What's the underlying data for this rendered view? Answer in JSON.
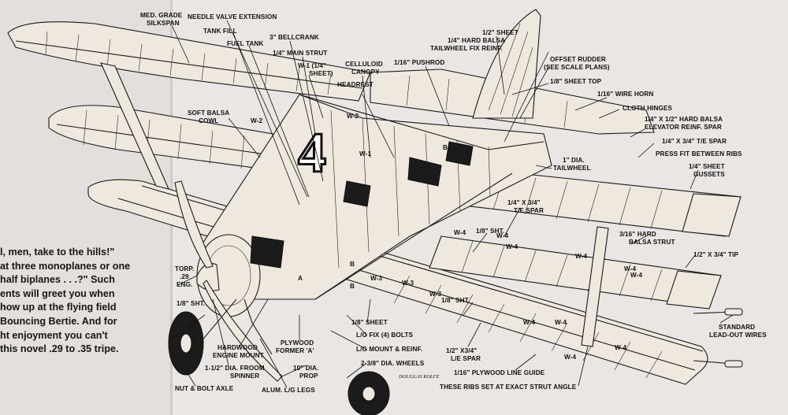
{
  "caption": {
    "lines": [
      "l, men, take to the hills!\"",
      "at three monoplanes or one",
      " half biplanes . . .?\" Such",
      "ents will greet you when",
      "how up at the flying field",
      "Bouncing Bertie.  And for",
      "ht  enjoyment  you  can't",
      "this novel .29 to .35 tripe."
    ]
  },
  "big_number": "4",
  "signature": "DOUGLAS ROLFE",
  "labels": {
    "silkspan": [
      "MED. GRADE",
      "SILKSPAN"
    ],
    "needle_valve": "NEEDLE VALVE EXTENSION",
    "tank_fill": "TANK FILL",
    "fuel_tank": "FUEL TANK",
    "bellcrank": "3\" BELLCRANK",
    "main_strut": "1/4\" MAIN STRUT",
    "w1_sheet": [
      "W-1 (1/4\"",
      "SHEET)"
    ],
    "celluloid": [
      "CELLULOID",
      "CANOPY"
    ],
    "headrest": "HEADREST",
    "pushrod": "1/16\" PUSHROD",
    "half_sheet": "1/2\" SHEET",
    "tailwheel_reinf": [
      "1/4\" HARD BALSA",
      "TAILWHEEL FIX REINF."
    ],
    "offset_rudder": [
      "OFFSET RUDDER",
      "(SEE SCALE PLANS)"
    ],
    "sheet_top": "1/8\" SHEET TOP",
    "wire_horn": "1/16\" WIRE HORN",
    "cloth_hinges": "CLOTH HINGES",
    "elevator_spar": [
      "1/4\" X 1/2\" HARD BALSA",
      "ELEVATOR REINF. SPAR"
    ],
    "te_spar_right": "1/4\" X 3/4\" T/E SPAR",
    "press_fit": "PRESS FIT BETWEEN RIBS",
    "gussets": [
      "1/4\" SHEET",
      "GUSSETS"
    ],
    "tailwheel": [
      "1\" DIA.",
      "TAILWHEEL"
    ],
    "soft_balsa": [
      "SOFT BALSA",
      "COWL"
    ],
    "te_spar_mid": [
      "1/4\" X 3/4\"",
      "T/E SPAR"
    ],
    "sht_1": "1/8\" SHT.",
    "sht_2": "1/8\" SHT.",
    "hard_strut": [
      "3/16\" HARD",
      "BALSA STRUT"
    ],
    "tip": "1/2\" X 3/4\" TIP",
    "torp": [
      "TORP.",
      ".29",
      "ENG."
    ],
    "sht_left": "1/8\" SHT.",
    "standard_wires": [
      "STANDARD",
      "LEAD-OUT WIRES"
    ],
    "eighth_sheet": "1/8\" SHEET",
    "lg_bolts": "L/G FIX (4) BOLTS",
    "lg_mount": "L/G MOUNT & REINF.",
    "wheels": "2-3/8\" DIA. WHEELS",
    "hardwood_mount": [
      "HARDWOOD",
      "ENGINE MOUNT"
    ],
    "plywood_former": [
      "PLYWOOD",
      "FORMER 'A'"
    ],
    "froom_spinner": [
      "1-1/2\" DIA. FROOM",
      "SPINNER"
    ],
    "prop": [
      "10\" DIA.",
      "PROP"
    ],
    "nut_bolt": "NUT & BOLT AXLE",
    "alum_legs": "ALUM. L/G LEGS",
    "le_spar": [
      "1/2\" X3/4\"",
      "L/E SPAR"
    ],
    "line_guide": "1/16\" PLYWOOD LINE GUIDE",
    "strut_angle": "THESE RIBS SET AT EXACT STRUT ANGLE"
  },
  "rib_tags": [
    "W-2",
    "W-1",
    "W-2",
    "W-4",
    "W-4",
    "W-4",
    "W-4",
    "W-4",
    "W-3",
    "W-3",
    "W-4",
    "W-4",
    "W-4",
    "W-4",
    "W-4",
    "W-3",
    "B",
    "B",
    "B",
    "A"
  ]
}
